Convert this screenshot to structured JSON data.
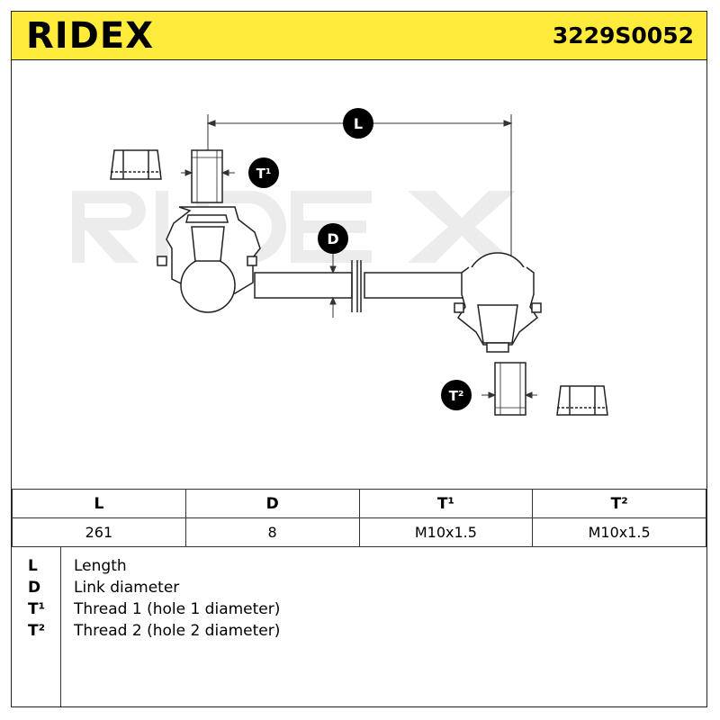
{
  "header": {
    "logo": "RIDEX",
    "part_number": "3229S0052"
  },
  "callouts": {
    "L": "L",
    "D": "D",
    "T1": "T¹",
    "T2": "T²"
  },
  "table": {
    "headers": [
      "L",
      "D",
      "T¹",
      "T²"
    ],
    "values": [
      "261",
      "8",
      "M10x1.5",
      "M10x1.5"
    ]
  },
  "legend": [
    {
      "code": "L",
      "desc": "Length"
    },
    {
      "code": "D",
      "desc": "Link diameter"
    },
    {
      "code": "T¹",
      "desc": "Thread 1 (hole 1 diameter)"
    },
    {
      "code": "T²",
      "desc": "Thread 2 (hole 2 diameter)"
    }
  ],
  "colors": {
    "brand_yellow": "#ffeb3b",
    "watermark": "#e6e6e6",
    "callout_bg": "#000000",
    "callout_text": "#ffffff"
  }
}
